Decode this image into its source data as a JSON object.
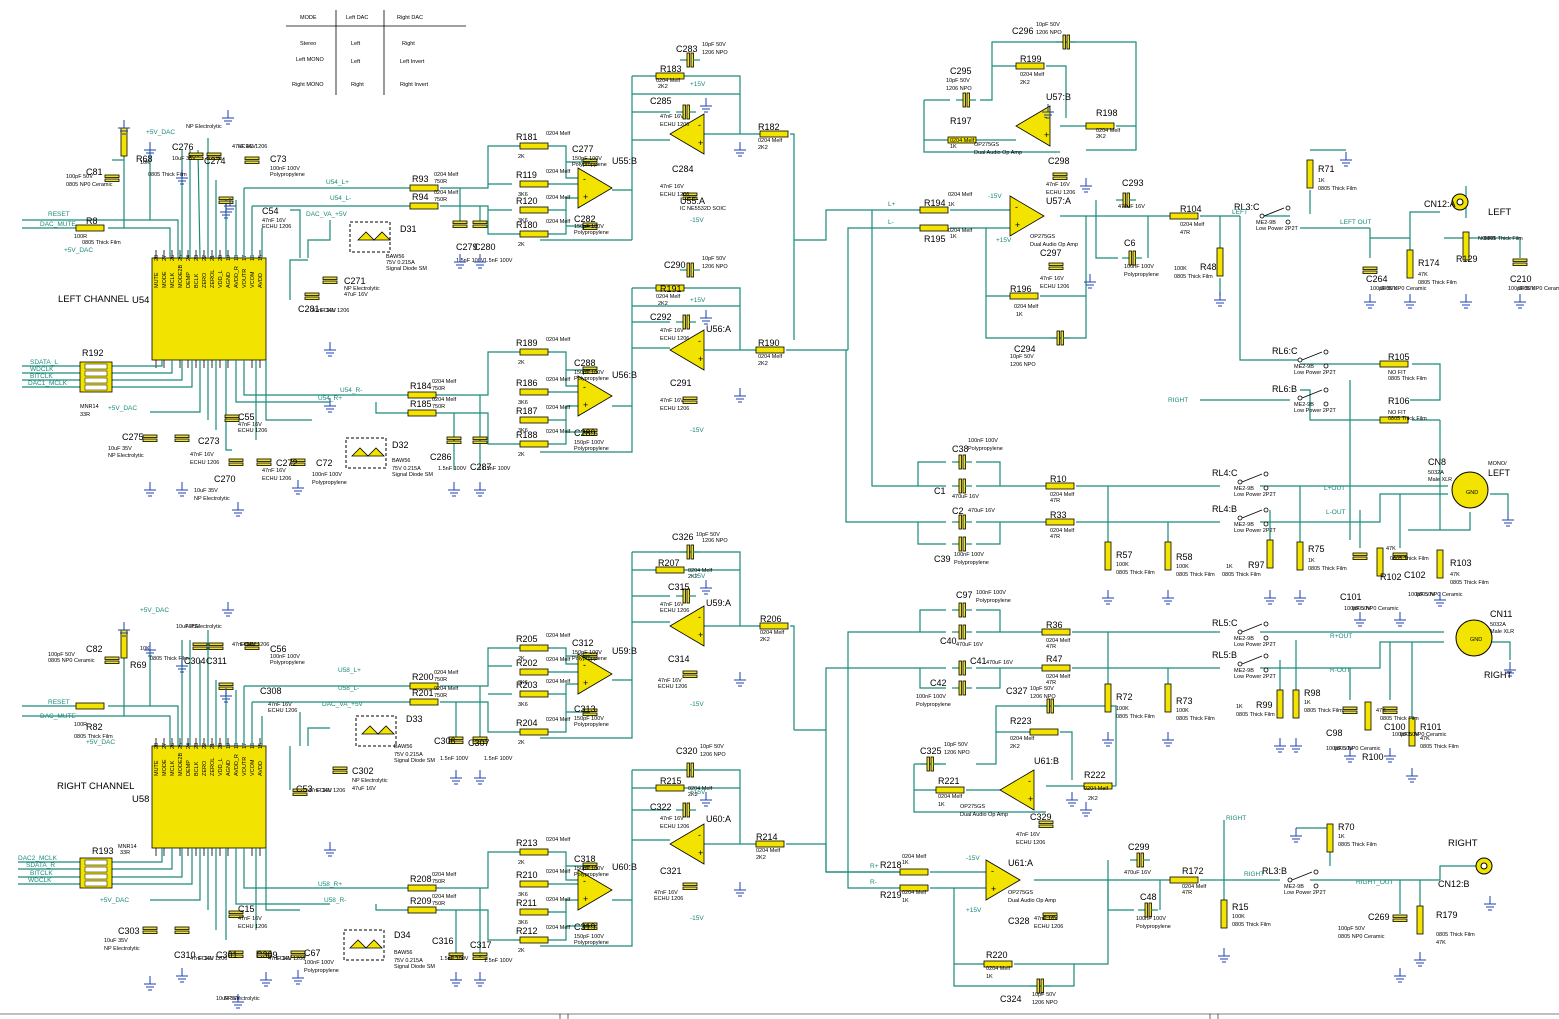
{
  "mode_table": {
    "headers": [
      "MODE",
      "Left DAC",
      "Right DAC"
    ],
    "rows": [
      [
        "Stereo",
        "Left",
        "Right"
      ],
      [
        "Left MONO",
        "Left",
        "Left Invert"
      ],
      [
        "Right MONO",
        "Right",
        "Right Invert"
      ]
    ]
  },
  "channel_titles": {
    "left": "LEFT CHANNEL",
    "right": "RIGHT CHANNEL"
  },
  "dacs": [
    {
      "ref": "U54",
      "pins_top": [
        "28",
        "27",
        "26",
        "25",
        "24",
        "23",
        "22",
        "21",
        "20",
        "19",
        "18",
        "17",
        "16",
        "15"
      ],
      "pins_in": [
        "MUTE",
        "MODE",
        "MCLK",
        "MODE2B",
        "DEMP",
        "BCLK",
        "ZERO",
        "ZEROL",
        "VDD_L",
        "AGND",
        "AVDD_R",
        "VOUTR",
        "VCOM",
        "AVDD"
      ]
    },
    {
      "ref": "U58",
      "pins_top": [
        "28",
        "27",
        "26",
        "25",
        "24",
        "23",
        "22",
        "21",
        "20",
        "19",
        "18",
        "17",
        "16",
        "15"
      ],
      "pins_in": [
        "MUTE",
        "MODE",
        "MCLK",
        "MODE2B",
        "DEMP",
        "BCLK",
        "ZERO",
        "ZEROL",
        "VDD_L",
        "AGND",
        "AVDD_R",
        "VOUTR",
        "VCOM",
        "AVDD"
      ]
    }
  ],
  "nets": {
    "reset": "RESET",
    "dac_mute": "DAC_MUTE",
    "plus5v_dac": "+5V_DAC",
    "dac_va": "DAC_VA_+5V",
    "u54_lp": "U54_L+",
    "u54_lm": "U54_L-",
    "u54_rm": "U54_R-",
    "u54_rp": "U54_R+",
    "u58_lp": "U58_L+",
    "u58_lm": "U58_L-",
    "u58_rp": "U58_R+",
    "u58_rm": "U58_R-",
    "sdata_l": "SDATA_L",
    "wdclk": "WDCLK",
    "bitclk": "BITCLK",
    "dac1_mclk": "DAC1_MCLK",
    "dac2_mclk": "DAC2_MCLK",
    "sdata_r": "SDATA_R",
    "lp": "L+",
    "lm": "L-",
    "rp": "R+",
    "rm": "R-",
    "left": "LEFT",
    "left_out": "LEFT OUT",
    "right": "RIGHT",
    "right_out": "RIGHT_OUT",
    "lpout": "L+OUT",
    "lmout": "L-OUT",
    "rpout": "R+OUT",
    "rmout": "R-OUT",
    "m15v": "-15V",
    "p15v": "+15V"
  },
  "left_labels": [
    [
      "R181",
      "0204 Melf",
      "2K"
    ],
    [
      "R119",
      "0204 Melf",
      "3K6"
    ],
    [
      "R120",
      "0204 Melf",
      "3K6"
    ],
    [
      "R180",
      "0204 Melf",
      "2K"
    ],
    [
      "C277",
      "150pF 100V",
      "Polypropylene"
    ],
    [
      "C282",
      "150pF 100V",
      "Polypropylene"
    ],
    [
      "U55:B",
      "",
      ""
    ],
    [
      "U55:A",
      "IC NE5532D SOIC",
      ""
    ],
    [
      "R183",
      "0204 Melf",
      "2K2"
    ],
    [
      "C283",
      "10pF 50V",
      "1206 NPO"
    ],
    [
      "C285",
      "47nF 16V",
      "ECHU 1206"
    ],
    [
      "R182",
      "0204 Melf",
      "2K2"
    ],
    [
      "C284",
      "47nF 16V",
      "ECHU 1206"
    ],
    [
      "R93",
      "0204 Melf",
      "750R"
    ],
    [
      "R94",
      "0204 Melf",
      "750R"
    ],
    [
      "C279",
      "1.5nF 100V",
      ""
    ],
    [
      "C280",
      "1.5nF 100V",
      ""
    ],
    [
      "R189",
      "0204 Melf",
      "2K"
    ],
    [
      "R186",
      "0204 Melf",
      "3K6"
    ],
    [
      "R187",
      "0204 Melf",
      "3K6"
    ],
    [
      "R188",
      "0204 Melf",
      "2K"
    ],
    [
      "C288",
      "150pF 100V",
      "Polypropylene"
    ],
    [
      "C289",
      "150pF 100V",
      "Polypropylene"
    ],
    [
      "U56:B",
      "",
      ""
    ],
    [
      "U56:A",
      "",
      ""
    ],
    [
      "R191",
      "0204 Melf",
      "2K2"
    ],
    [
      "C290",
      "10pF 50V",
      "1206 NPO"
    ],
    [
      "C292",
      "47nF 16V",
      "ECHU 1206"
    ],
    [
      "R190",
      "0204 Melf",
      "2K2"
    ],
    [
      "C291",
      "47nF 16V",
      "ECHU 1206"
    ],
    [
      "R184",
      "0204 Melf",
      "750R"
    ],
    [
      "R185",
      "0204 Melf",
      "750R"
    ],
    [
      "C286",
      "1.5nF 100V",
      ""
    ],
    [
      "C287",
      "1.5nF 100V",
      ""
    ]
  ],
  "misc": {
    "c81": [
      "C81",
      "100pF 50V",
      "0805 NP0 Ceramic"
    ],
    "r68": [
      "R68",
      "10K",
      "0805 Thick Film"
    ],
    "r8": [
      "R8",
      "100R",
      "0805 Thick Film"
    ],
    "c276": [
      "C276",
      "10uF 35V",
      "NP Electrolytic"
    ],
    "c274": [
      "C274",
      "47nF 16V",
      "ECHU 1206"
    ],
    "c73": [
      "C73",
      "100nF 100V",
      "Polypropylene"
    ],
    "c54": [
      "C54",
      "47nF 16V",
      "ECHU 1206"
    ],
    "d31": [
      "D31",
      "BAW56",
      "75V 0.215A",
      "Signal Diode SM"
    ],
    "c271": [
      "C271",
      "NP Electrolytic",
      "47uF 16V"
    ],
    "c281": [
      "C281",
      "47nF 16V",
      "ECHU 1206"
    ],
    "r192": [
      "R192",
      "MNR14",
      "33R"
    ],
    "c275": [
      "C275",
      "10uF 35V",
      "NP Electrolytic"
    ],
    "c273": [
      "C273",
      "47nF 16V",
      "ECHU 1206"
    ],
    "c55": [
      "C55",
      "47nF 16V",
      "ECHU 1206"
    ],
    "c272": [
      "C272",
      "47nF 16V",
      "ECHU 1206"
    ],
    "c270": [
      "C270",
      "10uF 35V",
      "NP Electrolytic"
    ],
    "c72": [
      "C72",
      "100nF 100V",
      "Polypropylene"
    ],
    "d32": [
      "D32",
      "BAW56",
      "75V 0.215A",
      "Signal Diode SM"
    ],
    "c82": [
      "C82",
      "100pF 50V",
      "0805 NP0 Ceramic"
    ],
    "r69": [
      "R69",
      "10K",
      "0805 Thick Film"
    ],
    "r82": [
      "R82",
      "100R",
      "0805 Thick Film"
    ],
    "c304": [
      "C304",
      "10uF 35V",
      "NP Electrolytic"
    ],
    "c311": [
      "C311",
      "47nF 16V",
      "ECHU 1206"
    ],
    "c56": [
      "C56",
      "100nF 100V",
      "Polypropylene"
    ],
    "c308": [
      "C308",
      "47nF 16V",
      "ECHU 1206"
    ],
    "d33": [
      "D33",
      "BAW56",
      "75V 0.215A",
      "Signal Diode SM"
    ],
    "c302": [
      "C302",
      "NP Electrolytic",
      "47uF 16V"
    ],
    "c53": [
      "C53",
      "47nF 16V",
      "ECHU 1206"
    ],
    "r193": [
      "R193",
      "MNR14",
      "33R"
    ],
    "c303": [
      "C303",
      "10uF 35V",
      "NP Electrolytic"
    ],
    "c310": [
      "C310",
      "47nF 16V",
      "ECHU 1206"
    ],
    "c15": [
      "C15",
      "47nF 16V",
      "ECHU 1206"
    ],
    "c301": [
      "C301",
      "10uF 35V",
      "NP Electrolytic"
    ],
    "c309": [
      "C309",
      "47nF 16V",
      "ECHU 1206"
    ],
    "c67": [
      "C67",
      "100nF 100V",
      "Polypropylene"
    ],
    "d34": [
      "D34",
      "BAW56",
      "75V 0.215A",
      "Signal Diode SM"
    ]
  },
  "right_labels": [
    [
      "R205",
      "0204 Melf",
      "2K"
    ],
    [
      "R202",
      "0204 Melf",
      "3K6"
    ],
    [
      "R203",
      "0204 Melf",
      "3K6"
    ],
    [
      "R204",
      "0204 Melf",
      "2K"
    ],
    [
      "C312",
      "150pF 100V",
      "Polypropylene"
    ],
    [
      "C313",
      "150pF 100V",
      "Polypropylene"
    ],
    [
      "U59:B",
      "",
      ""
    ],
    [
      "U59:A",
      "",
      ""
    ],
    [
      "R207",
      "0204 Melf",
      "2K2"
    ],
    [
      "C326",
      "10pF 50V",
      "1206 NPO"
    ],
    [
      "C315",
      "47nF 16V",
      "ECHU 1206"
    ],
    [
      "R206",
      "0204 Melf",
      "2K2"
    ],
    [
      "C314",
      "47nF 16V",
      "ECHU 1206"
    ],
    [
      "R200",
      "0204 Melf",
      "750R"
    ],
    [
      "R201",
      "0204 Melf",
      "750R"
    ],
    [
      "C306",
      "1.5nF 100V",
      ""
    ],
    [
      "C307",
      "1.5nF 100V",
      ""
    ],
    [
      "R213",
      "0204 Melf",
      "2K"
    ],
    [
      "R210",
      "0204 Melf",
      "3K6"
    ],
    [
      "R211",
      "0204 Melf",
      "3K6"
    ],
    [
      "R212",
      "0204 Melf",
      "2K"
    ],
    [
      "C318",
      "150pF 100V",
      "Polypropylene"
    ],
    [
      "C319",
      "150pF 100V",
      "Polypropylene"
    ],
    [
      "U60:B",
      "",
      ""
    ],
    [
      "U60:A",
      "",
      ""
    ],
    [
      "R215",
      "0204 Melf",
      "2K2"
    ],
    [
      "C320",
      "10pF 50V",
      "1206 NPO"
    ],
    [
      "C322",
      "47nF 16V",
      "ECHU 1206"
    ],
    [
      "R214",
      "0204 Melf",
      "2K2"
    ],
    [
      "C321",
      "47nF 16V",
      "ECHU 1206"
    ],
    [
      "R208",
      "0204 Melf",
      "750R"
    ],
    [
      "R209",
      "0204 Melf",
      "750R"
    ],
    [
      "C316",
      "1.5nF 100V",
      ""
    ],
    [
      "C317",
      "1.5nF 100V",
      ""
    ]
  ],
  "output_labels": {
    "c296": [
      "C296",
      "10pF 50V",
      "1206 NPO"
    ],
    "r199": [
      "R199",
      "0204 Melf",
      "2K2"
    ],
    "c295": [
      "C295",
      "10pF 50V",
      "1206 NPO"
    ],
    "r197": [
      "R197",
      "0204 Melf",
      "1K"
    ],
    "u57b": [
      "U57:B",
      "OP275GS",
      "Dual Audio Op Amp"
    ],
    "r198": [
      "R198",
      "0204 Melf",
      "2K2"
    ],
    "c298": [
      "C298",
      "47nF 16V",
      "ECHU 1206"
    ],
    "u57a": [
      "U57:A",
      "OP275GS",
      "Dual Audio Op Amp"
    ],
    "r194": [
      "R194",
      "0204 Melf",
      "1K"
    ],
    "r195": [
      "R195",
      "0204 Melf",
      "1K"
    ],
    "c297": [
      "C297",
      "47nF 16V",
      "ECHU 1206"
    ],
    "r196": [
      "R196",
      "0204 Melf",
      "1K"
    ],
    "c294": [
      "C294",
      "10pF 50V",
      "1206 NPO"
    ],
    "c293": [
      "C293",
      "470uF 16V",
      ""
    ],
    "c6": [
      "C6",
      "100nF 100V",
      "Polypropylene"
    ],
    "r104": [
      "R104",
      "0204 Melf",
      "47R"
    ],
    "r48": [
      "R48",
      "100K",
      "0805 Thick Film"
    ],
    "r71": [
      "R71",
      "1K",
      "0805 Thick Film"
    ],
    "rl3c": [
      "RL3:C",
      "ME2-9B",
      "Low Power 2P2T"
    ],
    "cn12a": [
      "CN12:A",
      "",
      ""
    ],
    "c264": [
      "C264",
      "100pF 50V",
      "0805 NP0 Ceramic"
    ],
    "r174": [
      "R174",
      "47K",
      "0805 Thick Film"
    ],
    "r129": [
      "R129",
      "NO FIT",
      "0805 Thick Film"
    ],
    "c210": [
      "C210",
      "100pF 50V",
      "0805 NP0 Ceramic"
    ],
    "rl6c": [
      "RL6:C",
      "ME2-9B",
      "Low Power 2P2T"
    ],
    "r105": [
      "R105",
      "NO FIT",
      "0805 Thick Film"
    ],
    "rl6b": [
      "RL6:B",
      "ME2-9B",
      "Low Power 2P2T"
    ],
    "r106": [
      "R106",
      "NO FIT",
      "0805 Thick Film"
    ],
    "c38": [
      "C38",
      "100nF 100V",
      "Polypropylene"
    ],
    "c1": [
      "C1",
      "470uF 16V",
      ""
    ],
    "r10": [
      "R10",
      "0204 Melf",
      "47R"
    ],
    "c2": [
      "C2",
      "470uF 16V",
      ""
    ],
    "r33": [
      "R33",
      "0204 Melf",
      "47R"
    ],
    "c39": [
      "C39",
      "100nF 100V",
      "Polypropylene"
    ],
    "rl4c": [
      "RL4:C",
      "ME2-9B",
      "Low Power 2P2T"
    ],
    "rl4b": [
      "RL4:B",
      "ME2-9B",
      "Low Power 2P2T"
    ],
    "cn8": [
      "CN8",
      "5032A",
      "Male XLR"
    ],
    "cn8_title": "MONO/\nLEFT",
    "r57": [
      "R57",
      "100K",
      "0805 Thick Film"
    ],
    "r58": [
      "R58",
      "100K",
      "0805 Thick Film"
    ],
    "r97": [
      "R97",
      "1K",
      "0805 Thick Film"
    ],
    "r75": [
      "R75",
      "1K",
      "0805 Thick Film"
    ],
    "c101": [
      "C101",
      "100pF 50V",
      "0805 NP0 Ceramic"
    ],
    "r102": [
      "R102",
      "47K",
      "0805 Thick Film"
    ],
    "c102": [
      "C102",
      "100pF 50V",
      "0805 NP0 Ceramic"
    ],
    "r103": [
      "R103",
      "47K",
      "0805 Thick Film"
    ],
    "c97": [
      "C97",
      "100nF 100V",
      "Polypropylene"
    ],
    "c40": [
      "C40",
      "470uF 16V",
      ""
    ],
    "r36": [
      "R36",
      "0204 Melf",
      "47R"
    ],
    "c41": [
      "C41",
      "470uF 16V",
      ""
    ],
    "r47": [
      "R47",
      "0204 Melf",
      "47R"
    ],
    "c42": [
      "C42",
      "100nF 100V",
      "Polypropylene"
    ],
    "rl5c": [
      "RL5:C",
      "ME2-9B",
      "Low Power 2P2T"
    ],
    "rl5b": [
      "RL5:B",
      "ME2-9B",
      "Low Power 2P2T"
    ],
    "cn11": [
      "CN11",
      "5032A",
      "Male XLR"
    ],
    "cn11_title": "RIGHT",
    "r72": [
      "R72",
      "100K",
      "0805 Thick Film"
    ],
    "r73": [
      "R73",
      "100K",
      "0805 Thick Film"
    ],
    "r99": [
      "R99",
      "1K",
      "0805 Thick Film"
    ],
    "r98": [
      "R98",
      "1K",
      "0805 Thick Film"
    ],
    "c98": [
      "C98",
      "100pF 50V",
      "0805 NP0 Ceramic"
    ],
    "r100": [
      "R100",
      "47K",
      "0805 Thick Film"
    ],
    "c100": [
      "C100",
      "100pF 50V",
      "0805 NP0 Ceramic"
    ],
    "r101": [
      "R101",
      "47K",
      "0805 Thick Film"
    ],
    "c327": [
      "C327",
      "10pF 50V",
      "1206 NPO"
    ],
    "r223": [
      "R223",
      "0204 Melf",
      "2K2"
    ],
    "c325": [
      "C325",
      "10pF 50V",
      "1206 NPO"
    ],
    "r221": [
      "R221",
      "0204 Melf",
      "1K"
    ],
    "u61b": [
      "U61:B",
      "OP275GS",
      "Dual Audio Op Amp"
    ],
    "r222": [
      "R222",
      "0204 Melf",
      "2K2"
    ],
    "c329": [
      "C329",
      "47nF 16V",
      "ECHU 1206"
    ],
    "u61a": [
      "U61:A",
      "OP275GS",
      "Dual Audio Op Amp"
    ],
    "r218": [
      "R218",
      "0204 Melf",
      "1K"
    ],
    "r219": [
      "R219",
      "0204 Melf",
      "1K"
    ],
    "c328": [
      "C328",
      "47nF 16V",
      "ECHU 1206"
    ],
    "r220": [
      "R220",
      "0204 Melf",
      "1K"
    ],
    "c324": [
      "C324",
      "10pF 50V",
      "1206 NPO"
    ],
    "c299": [
      "C299",
      "470uF 16V",
      ""
    ],
    "c48": [
      "C48",
      "100nF 100V",
      "Polypropylene"
    ],
    "r172": [
      "R172",
      "0204 Melf",
      "47R"
    ],
    "r15": [
      "R15",
      "100K",
      "0805 Thick Film"
    ],
    "r70": [
      "R70",
      "1K",
      "0805 Thick Film"
    ],
    "rl3b": [
      "RL3:B",
      "ME2-9B",
      "Low Power 2P2T"
    ],
    "cn12b": [
      "CN12:B",
      "",
      ""
    ],
    "c269": [
      "C269",
      "100pF 50V",
      "0805 NP0 Ceramic"
    ],
    "r179": [
      "R179",
      "0805 Thick Film",
      "47K"
    ]
  },
  "colors": {
    "wire": "#1a8a7a",
    "component_fill": "#f2e400",
    "power_symbol": "#1c3cb0"
  }
}
